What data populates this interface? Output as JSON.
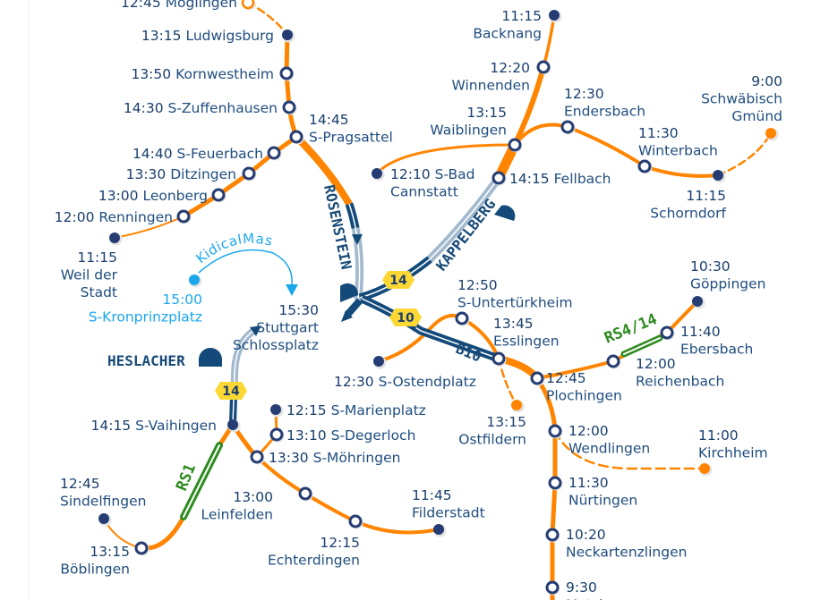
{
  "colors": {
    "route": "#ff8500",
    "station": "#263d73",
    "text": "#1f4d7e",
    "tunnel": "#134a79",
    "tunnel_light": "#a3bace",
    "badge": "#fdd835",
    "green": "#2e8b1f",
    "kidical": "#1aa7ec"
  },
  "stations": [
    {
      "time": "12:45",
      "name": [
        "Möglingen"
      ],
      "icon": "orange-open"
    },
    {
      "time": "13:15",
      "name": [
        "Ludwigsburg"
      ],
      "icon": "filled"
    },
    {
      "time": "13:50",
      "name": [
        "Kornwestheim"
      ],
      "icon": "open"
    },
    {
      "time": "14:30",
      "name": [
        "S-Zuffenhausen"
      ],
      "icon": "open"
    },
    {
      "time": "14:45",
      "name": [
        "S-Pragsattel"
      ],
      "icon": "open"
    },
    {
      "time": "14:40",
      "name": [
        "S-Feuerbach"
      ],
      "icon": "open"
    },
    {
      "time": "13:30",
      "name": [
        "Ditzingen"
      ],
      "icon": "open"
    },
    {
      "time": "13:00",
      "name": [
        "Leonberg"
      ],
      "icon": "open"
    },
    {
      "time": "12:00",
      "name": [
        "Renningen"
      ],
      "icon": "open"
    },
    {
      "time": "11:15",
      "name": [
        "Weil der",
        "Stadt"
      ],
      "icon": "filled"
    },
    {
      "time": "15:00",
      "name": [
        "S-Kronprinzplatz"
      ],
      "icon": "blue"
    },
    {
      "time": "15:30",
      "name": [
        "Stuttgart",
        "Schlossplatz"
      ],
      "icon": "none"
    },
    {
      "time": "11:15",
      "name": [
        "Backnang"
      ],
      "icon": "filled"
    },
    {
      "time": "12:20",
      "name": [
        "Winnenden"
      ],
      "icon": "open"
    },
    {
      "time": "13:15",
      "name": [
        "Waiblingen"
      ],
      "icon": "open"
    },
    {
      "time": "12:10",
      "name": [
        "S-Bad",
        "Cannstatt"
      ],
      "icon": "filled"
    },
    {
      "time": "14:15",
      "name": [
        "Fellbach"
      ],
      "icon": "open"
    },
    {
      "time": "12:30",
      "name": [
        "Endersbach"
      ],
      "icon": "open"
    },
    {
      "time": "11:30",
      "name": [
        "Winterbach"
      ],
      "icon": "open"
    },
    {
      "time": "11:15",
      "name": [
        "Schorndorf"
      ],
      "icon": "filled"
    },
    {
      "time": "9:00",
      "name": [
        "Schwäbisch",
        "Gmünd"
      ],
      "icon": "orange"
    },
    {
      "time": "12:50",
      "name": [
        "S-Untertürkheim"
      ],
      "icon": "open"
    },
    {
      "time": "13:45",
      "name": [
        "Esslingen"
      ],
      "icon": "open"
    },
    {
      "time": "12:30",
      "name": [
        "S-Ostendplatz"
      ],
      "icon": "filled"
    },
    {
      "time": "13:15",
      "name": [
        "Ostfildern"
      ],
      "icon": "orange"
    },
    {
      "time": "12:45",
      "name": [
        "Plochingen"
      ],
      "icon": "open"
    },
    {
      "time": "12:00",
      "name": [
        "Reichenbach"
      ],
      "icon": "open"
    },
    {
      "time": "11:40",
      "name": [
        "Ebersbach"
      ],
      "icon": "open"
    },
    {
      "time": "10:30",
      "name": [
        "Göppingen"
      ],
      "icon": "filled"
    },
    {
      "time": "12:00",
      "name": [
        "Wendlingen"
      ],
      "icon": "open"
    },
    {
      "time": "11:00",
      "name": [
        "Kirchheim"
      ],
      "icon": "orange"
    },
    {
      "time": "11:30",
      "name": [
        "Nürtingen"
      ],
      "icon": "open"
    },
    {
      "time": "10:20",
      "name": [
        "Neckartenzlingen"
      ],
      "icon": "open"
    },
    {
      "time": "9:30",
      "name": [
        "Metzingen"
      ],
      "icon": "open"
    },
    {
      "time": "14:15",
      "name": [
        "S-Vaihingen"
      ],
      "icon": "filled"
    },
    {
      "time": "12:15",
      "name": [
        "S-Marienplatz"
      ],
      "icon": "filled"
    },
    {
      "time": "13:10",
      "name": [
        "S-Degerloch"
      ],
      "icon": "open"
    },
    {
      "time": "13:30",
      "name": [
        "S-Möhringen"
      ],
      "icon": "open"
    },
    {
      "time": "13:00",
      "name": [
        "Leinfelden"
      ],
      "icon": "open"
    },
    {
      "time": "12:15",
      "name": [
        "Echterdingen"
      ],
      "icon": "open"
    },
    {
      "time": "11:45",
      "name": [
        "Filderstadt"
      ],
      "icon": "filled"
    },
    {
      "time": "12:45",
      "name": [
        "Sindelfingen"
      ],
      "icon": "filled"
    },
    {
      "time": "13:15",
      "name": [
        "Böblingen"
      ],
      "icon": "open"
    }
  ],
  "tunnels": {
    "rosenstein": "ROSENSTEIN",
    "kappelberg": "KAPPELBERG",
    "heslacher": "HESLACHER"
  },
  "road_badges": {
    "kappelberg": "14",
    "heslacher": "14",
    "b10": "10"
  },
  "road_label_b10": "B10",
  "bike_highways": {
    "rs1": "RS1",
    "rs4": "RS4/14"
  },
  "kidical_label": "KidicalMass"
}
